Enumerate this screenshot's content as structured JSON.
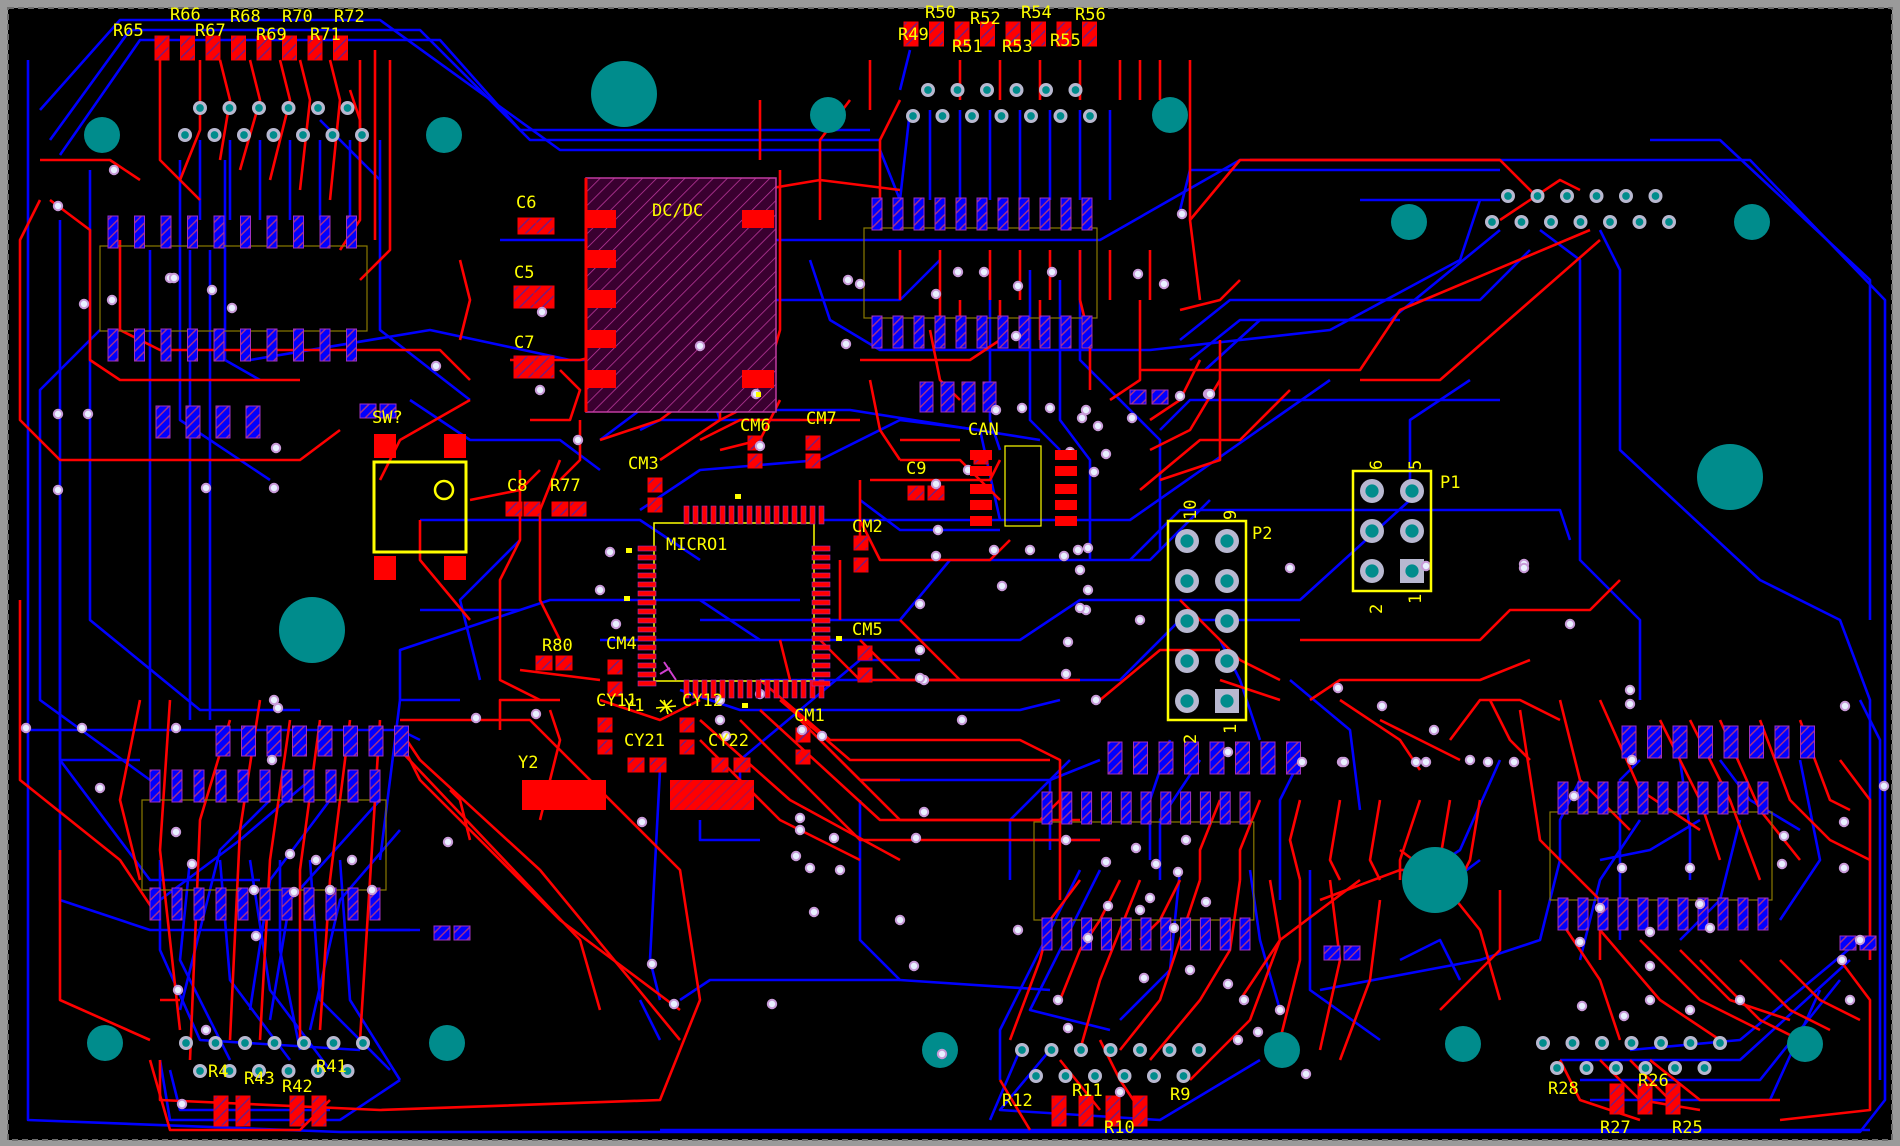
{
  "colors": {
    "board": "#000000",
    "frame": "#8c8c8c",
    "top_copper": "#ff0000",
    "bottom_copper": "#0000ff",
    "silkscreen": "#ffff00",
    "mounting_hole": "#008c8c",
    "via_ring": "#c89ad8",
    "pad_hatch": "#a0308c",
    "drill": "#e8f0ff"
  },
  "labels": {
    "R65": "R65",
    "R66": "R66",
    "R67": "R67",
    "R68": "R68",
    "R69": "R69",
    "R70": "R70",
    "R71": "R71",
    "R72": "R72",
    "R49": "R49",
    "R50": "R50",
    "R51": "R51",
    "R52": "R52",
    "R53": "R53",
    "R54": "R54",
    "R55": "R55",
    "R56": "R56",
    "C6": "C6",
    "C5": "C5",
    "C7": "C7",
    "C8": "C8",
    "C9": "C9",
    "R77": "R77",
    "SW": "SW?",
    "DCDC": "DC/DC",
    "CM6": "CM6",
    "CM7": "CM7",
    "CM3": "CM3",
    "CM2": "CM2",
    "CM4": "CM4",
    "CM5": "CM5",
    "CM1": "CM1",
    "CAN": "CAN",
    "MICRO1": "MICRO1",
    "R80": "R80",
    "CY11": "CY11",
    "Y1": "Y1",
    "CY12": "CY12",
    "CY21": "CY21",
    "CY22": "CY22",
    "Y2": "Y2",
    "P1": "P1",
    "P2": "P2",
    "P1_6": "6",
    "P1_5": "5",
    "P1_2": "2",
    "P1_1": "1",
    "P2_10": "10",
    "P2_9": "9",
    "P2_2": "2",
    "P2_1": "1",
    "R41": "R41",
    "R43": "R43",
    "R42": "R42",
    "R4x": "R4",
    "R12": "R12",
    "R11": "R11",
    "R10": "R10",
    "R9": "R9",
    "R28": "R28",
    "R27": "R27",
    "R26": "R26",
    "R25": "R25"
  }
}
